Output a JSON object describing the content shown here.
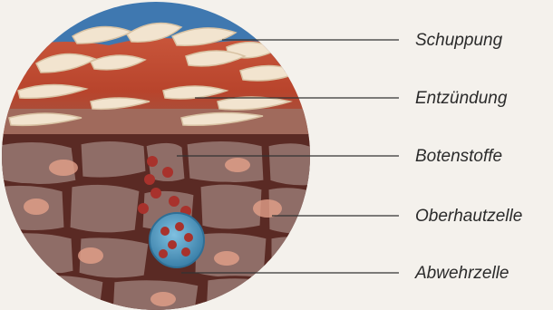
{
  "labels": {
    "schuppung": "Schuppung",
    "entzuendung": "Entzündung",
    "botenstoffe": "Botenstoffe",
    "oberhautzelle": "Oberhautzelle",
    "abwehrzelle": "Abwehrzelle"
  },
  "colors": {
    "background": "#f4f1ec",
    "sky": "#3f78b0",
    "scales": "#f2e4cf",
    "inflammation": "#b8442c",
    "cells": "#8f6d67",
    "cell_border": "#5a2a24",
    "messengers": "#a8322c",
    "immune_cell": "#4f9bc4",
    "leader_line": "#333333",
    "text": "#2b2b2b"
  }
}
